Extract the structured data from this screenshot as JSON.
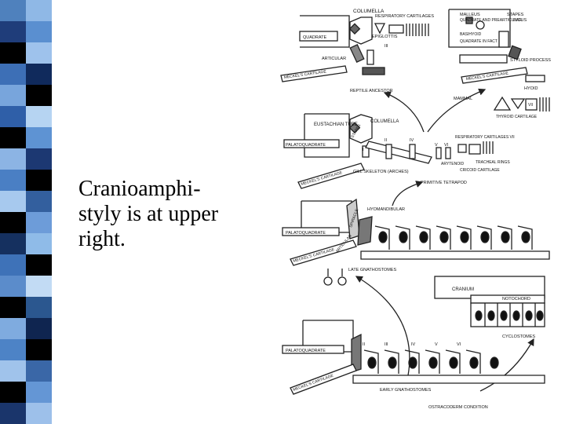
{
  "slide": {
    "caption_lines": [
      "Cranioamphi-",
      "styly is at upper",
      "right."
    ],
    "stripe_colors": [
      "#4f81bd",
      "#8fb8e6",
      "#1f3d7a",
      "#5a8fd0",
      "#000000",
      "#9ec2ec",
      "#3d6fb6",
      "#102a5c",
      "#78a5dc",
      "#000000",
      "#2f5fa8",
      "#b6d4f2",
      "#000000",
      "#5e93d3",
      "#8cb4e4",
      "#1c3872",
      "#4a7fc4",
      "#000000",
      "#a7c9ee",
      "#335f9e",
      "#000000",
      "#6d9cd9",
      "#15305f",
      "#8fbbe8",
      "#3e72b8",
      "#000000",
      "#5b8ccb",
      "#c2dbf4",
      "#000000",
      "#2b578f",
      "#7fabdf",
      "#0f2550",
      "#4d83c6",
      "#000000",
      "#a0c3eb",
      "#3a67a7",
      "#000000",
      "#6496d5",
      "#1a356b",
      "#9dc0ea"
    ]
  },
  "diagram": {
    "top_left": {
      "columella": "COLUMELLA",
      "respiratory": "RESPIRATORY CARTILAGES",
      "quadrate": "QUADRATE",
      "epiglottis": "EPIGLOTTIS",
      "epiglottis_num": "III",
      "articular": "ARTICULAR",
      "meckels": "MECKEL'S CARTILAGE",
      "reptile": "REPTILE ANCESTOR"
    },
    "top_right": {
      "malleus": "MALLEUS",
      "quadrate_pre": "QUADRATE AND PREARTICULAR",
      "stapes": "STAPES",
      "incus": "INCUS",
      "basihyoid": "BASIHYOID",
      "quadrate_inf": "QUADRATE IN FACT",
      "styloid": "STYLOID PROCESS",
      "hyoid": "HYOID",
      "meckels": "MECKEL'S CARTILAGE",
      "mammal": "MAMMAL",
      "thyroid": "THYROID CARTILAGE",
      "vii": "VII"
    },
    "middle": {
      "eustachian": "EUSTACHIAN TUBE",
      "columella": "COLUMELLA",
      "stapes": "STAPES",
      "palatoquadrate": "PALATOQUADRATE",
      "respiratory_vii": "RESPIRATORY CARTILAGES VII",
      "arytenoid": "ARYTENOID",
      "tracheal": "TRACHEAL RINGS",
      "cricoid": "CRICOID CARTILAGE",
      "gill_nums": [
        "I",
        "II",
        "IV",
        "V",
        "VI"
      ],
      "meckels": "MECKEL'S CARTILAGE",
      "skeleton": "GILL SKELETON (ARCHES)",
      "primitive": "PRIMITIVE TETRAPOD"
    },
    "lower": {
      "hyomandibular": "HYOMANDIBULAR",
      "palatoquadrate": "PALATOQUADRATE",
      "spiracle": "SPIRACLE",
      "articular": "ARTICULAR",
      "meckels": "MECKEL'S CARTILAGE",
      "late_gnath": "LATE GNATHOSTOMES",
      "cranium": "CRANIUM",
      "notochord": "NOTOCHORD",
      "cyclostomes": "CYCLOSTOMES"
    },
    "bottom": {
      "palatoquadrate": "PALATOQUADRATE",
      "meckels": "MECKEL'S CARTILAGE",
      "arch_nums": [
        "II",
        "III",
        "IV",
        "V",
        "VI"
      ],
      "early_gnath": "EARLY GNATHOSTOMES",
      "ostracoderm": "OSTRACODERM CONDITION"
    }
  }
}
